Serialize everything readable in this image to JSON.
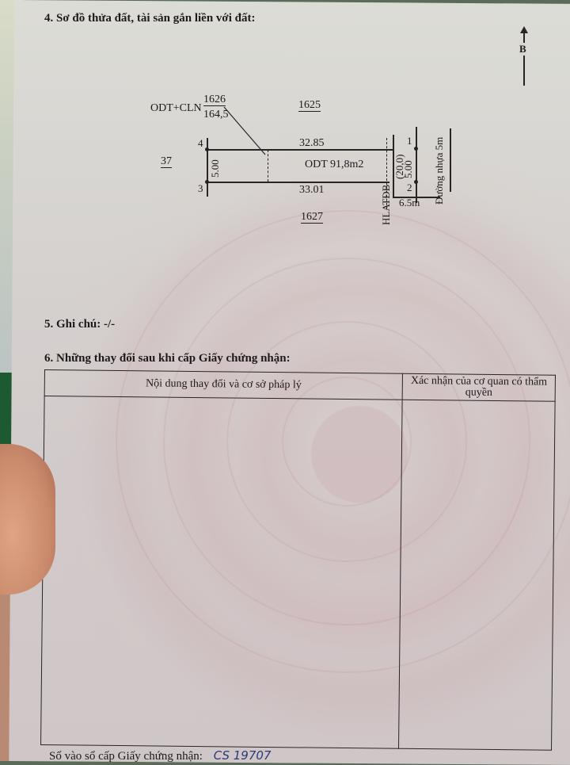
{
  "section4": {
    "title": "4. Sơ đồ thửa đất, tài sản gắn liền với đất:",
    "north_label": "B",
    "parcel_neighbor_top_left": {
      "type": "ODT+CLN",
      "number": "1626",
      "area": "164,5"
    },
    "neighbor_top": "1625",
    "neighbor_bottom": "1627",
    "neighbor_left": "37",
    "corner_1": "1",
    "corner_2": "2",
    "corner_3": "3",
    "corner_4": "4",
    "top_edge": "32.85",
    "bottom_edge": "33.01",
    "left_edge": "5.00",
    "right_edge": "5.00",
    "right_edge_offset": "(20,0)",
    "parcel_label": "ODT 91,8m2",
    "safety_corridor": "HLATĐB",
    "setback": "6.5m",
    "road": "Đường nhựa 5m"
  },
  "section5": {
    "title": "5. Ghi chú: -/-"
  },
  "section6": {
    "title": "6. Những thay đổi sau khi cấp Giấy chứng nhận:",
    "columns": [
      "Nội dung thay đổi và cơ sở pháp lý",
      "Xác nhận của cơ quan có thẩm quyền"
    ],
    "rows": []
  },
  "footer": {
    "label": "Số vào sổ cấp Giấy chứng nhận:",
    "handwritten_value": "CS 19707"
  }
}
